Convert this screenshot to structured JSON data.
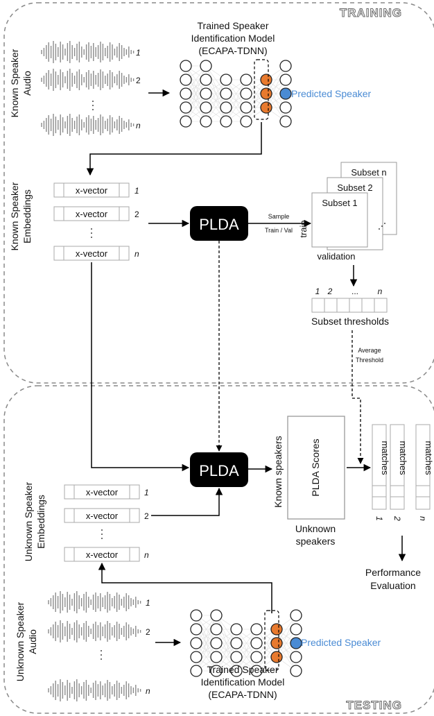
{
  "sections": {
    "training": "TRAINING",
    "testing": "TESTING"
  },
  "training": {
    "model_title": [
      "Trained Speaker",
      "Identification Model",
      "(ECAPA-TDNN)"
    ],
    "audio_label": [
      "Known Speaker",
      "Audio"
    ],
    "predicted_label": "Predicted Speaker",
    "embeddings_label": [
      "Known Speaker",
      "Embeddings"
    ],
    "xvector_label": "x-vector",
    "row_labels": [
      "1",
      "2",
      "n"
    ],
    "plda_label": "PLDA",
    "sample_label": [
      "Sample",
      "Train / Val"
    ],
    "subsets": [
      "Subset 1",
      "Subset 2",
      "Subset n"
    ],
    "train_label": "train",
    "validation_label": "validation",
    "threshold_indices": [
      "1",
      "2",
      "...",
      "n"
    ],
    "subset_thresholds_label": "Subset thresholds",
    "average_threshold_label": [
      "Average",
      "Threshold"
    ]
  },
  "testing": {
    "plda_label": "PLDA",
    "embeddings_label": [
      "Unknown Speaker",
      "Embeddings"
    ],
    "xvector_label": "x-vector",
    "row_labels": [
      "1",
      "2",
      "n"
    ],
    "known_speakers_label": "Known speakers",
    "scores_label": "PLDA Scores",
    "unknown_speakers_label": [
      "Unknown",
      "speakers"
    ],
    "matches_label": "matches",
    "match_indices": [
      "1",
      "2",
      "n"
    ],
    "performance_label": [
      "Performance",
      "Evaluation"
    ],
    "audio_label": [
      "Unknown Speaker",
      "Audio"
    ],
    "predicted_label": "Predicted Speaker",
    "model_title": [
      "Trained Speaker",
      "Identification Model",
      "(ECAPA-TDNN)"
    ]
  },
  "colors": {
    "highlight_node": "#e87a2e",
    "predicted_node": "#4a8bd4",
    "predicted_text": "#4a8bd4",
    "plda_fill": "#000000",
    "waveform": "#8a8a8a"
  }
}
